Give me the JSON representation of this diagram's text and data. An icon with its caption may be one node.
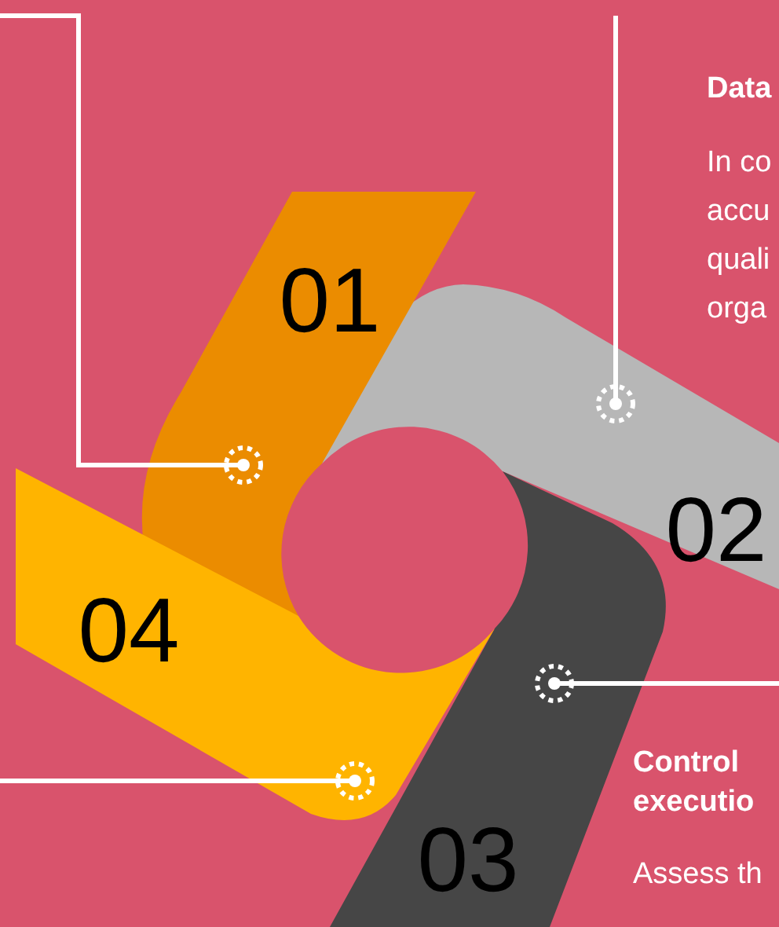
{
  "diagram": {
    "nodes": [
      {
        "text": [
          "01"
        ]
      },
      {
        "text": [
          "02"
        ]
      },
      {
        "text": [
          "03"
        ]
      },
      {
        "text": [
          "04"
        ]
      },
      {
        "text": [
          "Data",
          "In co accu quali orga"
        ]
      },
      {
        "text": [
          "Control executio",
          "Assess th"
        ]
      }
    ],
    "edges": [
      {
        "from": null,
        "to": 0,
        "arrow": "other"
      },
      {
        "from": null,
        "to": 1,
        "arrow": "other"
      },
      {
        "from": null,
        "to": 2,
        "arrow": "other"
      },
      {
        "from": null,
        "to": 3,
        "arrow": "other"
      }
    ]
  }
}
